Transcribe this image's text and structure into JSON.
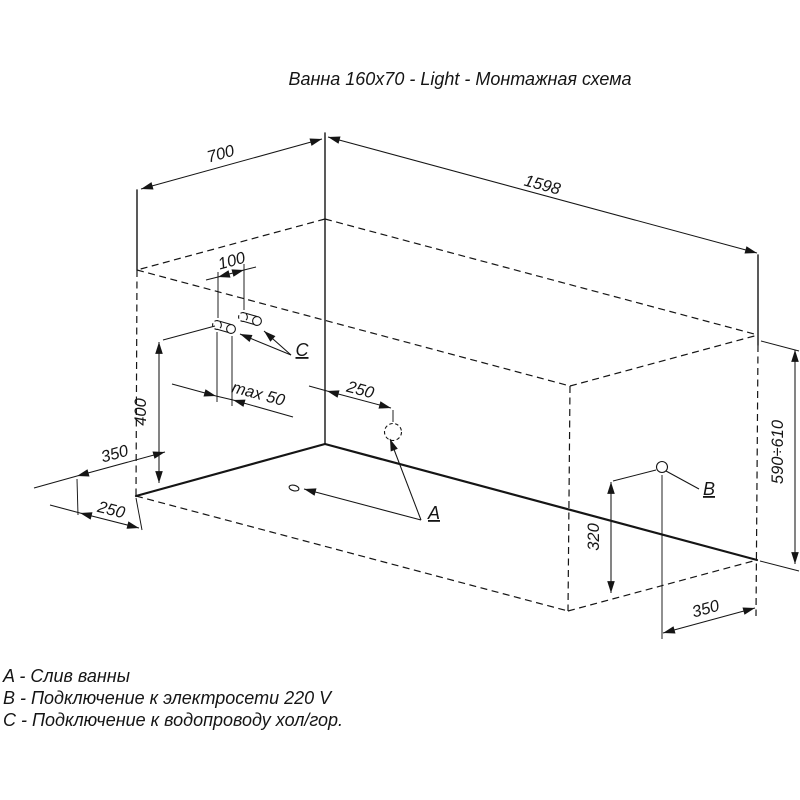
{
  "title": "Ванна 160x70 - Light - Монтажная схема",
  "drawing": {
    "dims": {
      "width": "700",
      "length": "1598",
      "pipe_spacing": "100",
      "pipe_protrusion": "max 50",
      "pipe_height": "400",
      "side_offset": "350",
      "front_offset": "250",
      "drain_offset": "250",
      "socket_height": "320",
      "socket_offset": "350",
      "tub_height": "590÷610"
    },
    "points": {
      "drain": "A",
      "power": "B",
      "water": "C"
    }
  },
  "legend": {
    "items": [
      "A - Слив ванны",
      "B - Подключение к электросети 220 V",
      "C - Подключение к водопроводу хол/гор."
    ]
  }
}
